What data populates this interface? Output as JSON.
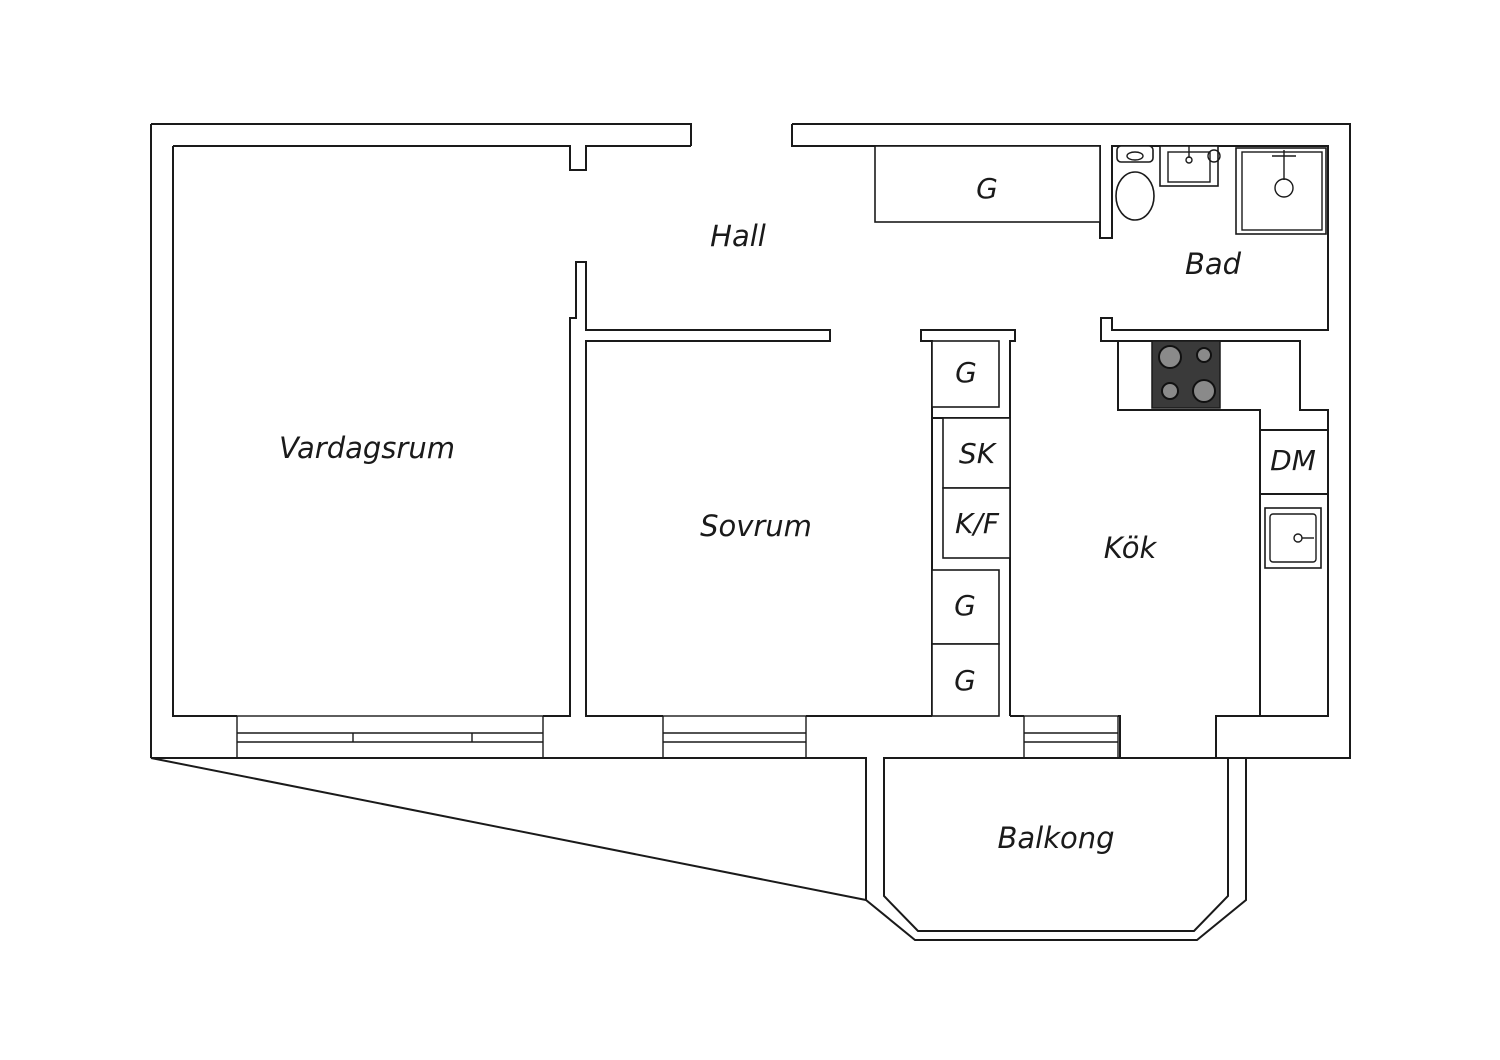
{
  "rooms": {
    "hall": "Hall",
    "bad": "Bad",
    "vardagsrum": "Vardagsrum",
    "sovrum": "Sovrum",
    "kok": "Kök",
    "balkong": "Balkong"
  },
  "fixtures": {
    "hall_wardrobe": "G",
    "bed_wardrobe_top": "G",
    "kitchen_cabinet_sk": "SK",
    "fridge_freezer": "K/F",
    "bed_wardrobe_mid": "G",
    "bed_wardrobe_bottom": "G",
    "dishwasher": "DM"
  },
  "colors": {
    "ink": "#1a1a1a",
    "stove": "#3a3a3a",
    "background": "#ffffff"
  }
}
